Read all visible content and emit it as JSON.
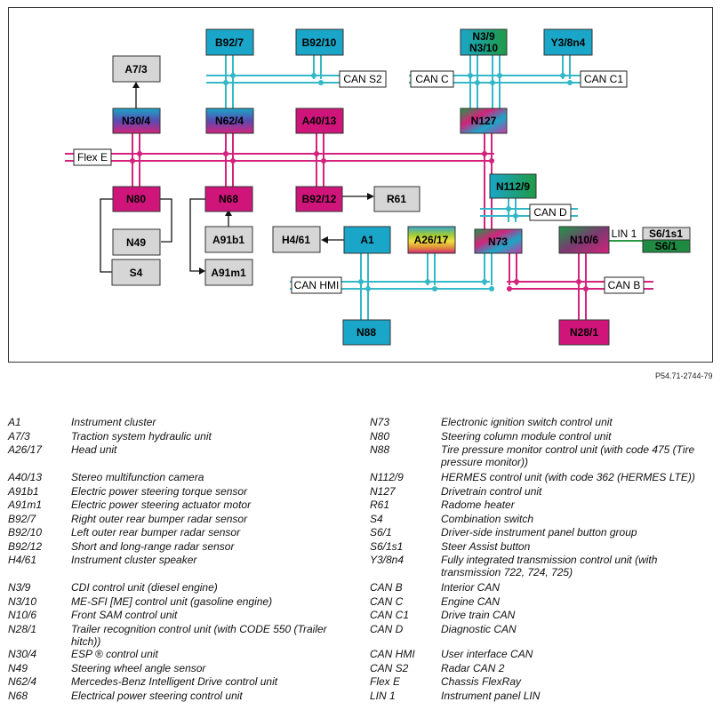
{
  "doc_id": "P54.71-2744-79",
  "colors": {
    "bus_cyan": "#34b8c8",
    "bus_magenta": "#d4237c",
    "lin_green": "#2e9a48",
    "frame": "#333333"
  },
  "modules": [
    {
      "id": "b92_7",
      "label": "B92/7",
      "fill": "cyan"
    },
    {
      "id": "b92_10",
      "label": "B92/10",
      "fill": "cyan"
    },
    {
      "id": "n3_9",
      "label": "N3/9",
      "label2": "N3/10",
      "fill": "cyan-green"
    },
    {
      "id": "y3_8n4",
      "label": "Y3/8n4",
      "fill": "cyan"
    },
    {
      "id": "a7_3",
      "label": "A7/3",
      "fill": "grey"
    },
    {
      "id": "n30_4",
      "label": "N30/4",
      "fill": "blue-magenta"
    },
    {
      "id": "n62_4",
      "label": "N62/4",
      "fill": "blue-magenta"
    },
    {
      "id": "a40_13",
      "label": "A40/13",
      "fill": "magenta"
    },
    {
      "id": "n127",
      "label": "N127",
      "fill": "multi"
    },
    {
      "id": "n80",
      "label": "N80",
      "fill": "magenta"
    },
    {
      "id": "n68",
      "label": "N68",
      "fill": "magenta"
    },
    {
      "id": "b92_12",
      "label": "B92/12",
      "fill": "magenta"
    },
    {
      "id": "r61",
      "label": "R61",
      "fill": "grey"
    },
    {
      "id": "n112_9",
      "label": "N112/9",
      "fill": "cyan-green"
    },
    {
      "id": "n49",
      "label": "N49",
      "fill": "grey"
    },
    {
      "id": "a91b1",
      "label": "A91b1",
      "fill": "grey"
    },
    {
      "id": "h4_61",
      "label": "H4/61",
      "fill": "grey"
    },
    {
      "id": "a1",
      "label": "A1",
      "fill": "cyan"
    },
    {
      "id": "a26_17",
      "label": "A26/17",
      "fill": "rainbow"
    },
    {
      "id": "n73",
      "label": "N73",
      "fill": "multi"
    },
    {
      "id": "n10_6",
      "label": "N10/6",
      "fill": "green-magenta"
    },
    {
      "id": "s6_1s1",
      "label": "S6/1s1",
      "fill": "grey"
    },
    {
      "id": "s6_1",
      "label": "S6/1",
      "fill": "green"
    },
    {
      "id": "s4",
      "label": "S4",
      "fill": "grey"
    },
    {
      "id": "a91m1",
      "label": "A91m1",
      "fill": "grey"
    },
    {
      "id": "n88",
      "label": "N88",
      "fill": "cyan"
    },
    {
      "id": "n28_1",
      "label": "N28/1",
      "fill": "magenta"
    }
  ],
  "bus_labels": {
    "can_s2": "CAN S2",
    "can_c": "CAN C",
    "can_c1": "CAN C1",
    "flex_e": "Flex E",
    "can_d": "CAN D",
    "lin_1": "LIN 1",
    "can_hmi": "CAN HMI",
    "can_b": "CAN B"
  },
  "legend": {
    "left": [
      {
        "code": "A1",
        "desc": "Instrument cluster"
      },
      {
        "code": "A7/3",
        "desc": "Traction system hydraulic unit"
      },
      {
        "code": "A26/17",
        "desc": "Head unit"
      },
      {
        "code": "A40/13",
        "desc": "Stereo multifunction camera"
      },
      {
        "code": "A91b1",
        "desc": "Electric power steering torque sensor"
      },
      {
        "code": "A91m1",
        "desc": "Electric power steering actuator motor"
      },
      {
        "code": "B92/7",
        "desc": "Right outer rear bumper radar sensor"
      },
      {
        "code": "B92/10",
        "desc": "Left outer rear bumper radar sensor"
      },
      {
        "code": "B92/12",
        "desc": "Short and long-range radar sensor"
      },
      {
        "code": "H4/61",
        "desc": "Instrument cluster speaker"
      },
      {
        "code": "N3/9",
        "desc": "CDI control unit (diesel engine)"
      },
      {
        "code": "N3/10",
        "desc": "ME-SFI [ME] control unit (gasoline engine)"
      },
      {
        "code": "N10/6",
        "desc": "Front SAM control unit"
      },
      {
        "code": "N28/1",
        "desc": "Trailer recognition control unit (with CODE 550 (Trailer hitch))"
      },
      {
        "code": "N30/4",
        "desc": "ESP ® control unit"
      },
      {
        "code": "N49",
        "desc": "Steering wheel angle sensor"
      },
      {
        "code": "N62/4",
        "desc": "Mercedes-Benz Intelligent Drive control unit"
      },
      {
        "code": "N68",
        "desc": "Electrical power steering control unit"
      }
    ],
    "right": [
      {
        "code": "N73",
        "desc": "Electronic ignition switch control unit"
      },
      {
        "code": "N80",
        "desc": "Steering column module control unit"
      },
      {
        "code": "N88",
        "desc": "Tire pressure monitor control unit (with code 475 (Tire pressure monitor))"
      },
      {
        "code": "N112/9",
        "desc": "HERMES control unit (with code 362 (HERMES LTE))"
      },
      {
        "code": "N127",
        "desc": "Drivetrain control unit"
      },
      {
        "code": "R61",
        "desc": "Radome heater"
      },
      {
        "code": "S4",
        "desc": "Combination switch"
      },
      {
        "code": "S6/1",
        "desc": "Driver-side instrument panel button group"
      },
      {
        "code": "S6/1s1",
        "desc": "Steer Assist button"
      },
      {
        "code": "Y3/8n4",
        "desc": "Fully integrated transmission control unit (with transmission 722, 724, 725)"
      },
      {
        "code": "CAN B",
        "desc": "Interior CAN"
      },
      {
        "code": "CAN C",
        "desc": "Engine CAN"
      },
      {
        "code": "CAN C1",
        "desc": "Drive train CAN"
      },
      {
        "code": "CAN D",
        "desc": "Diagnostic CAN"
      },
      {
        "code": "CAN HMI",
        "desc": "User interface CAN"
      },
      {
        "code": "CAN S2",
        "desc": "Radar CAN 2"
      },
      {
        "code": "Flex E",
        "desc": "Chassis FlexRay"
      },
      {
        "code": "LIN 1",
        "desc": "Instrument panel LIN"
      }
    ]
  }
}
